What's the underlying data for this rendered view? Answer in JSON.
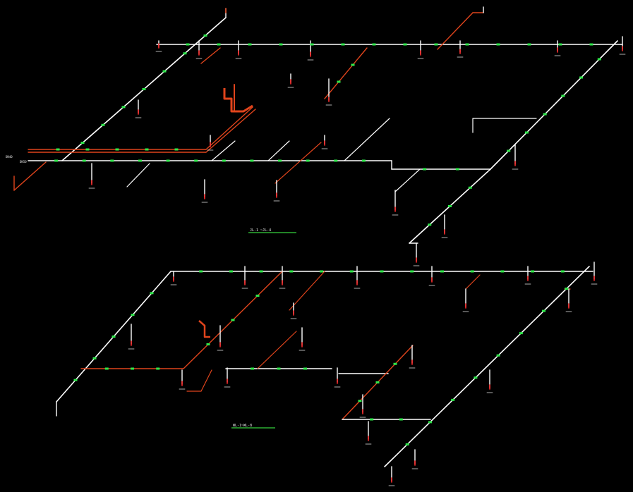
{
  "colors": {
    "background": "#000000",
    "pipe_main": "#ffffff",
    "pipe_branch": "#e0441c",
    "marker": "#2ee84a",
    "terminal": "#ff2a2a",
    "label": "#e8e8e8",
    "title_underline": "#35d13d"
  },
  "titles": {
    "upper": "JL-1 ~JL-4",
    "lower": "WL-1~WL-8"
  },
  "inlet_labels": {
    "upper_left_top": "DN40",
    "upper_left_bottom": "DN50"
  }
}
